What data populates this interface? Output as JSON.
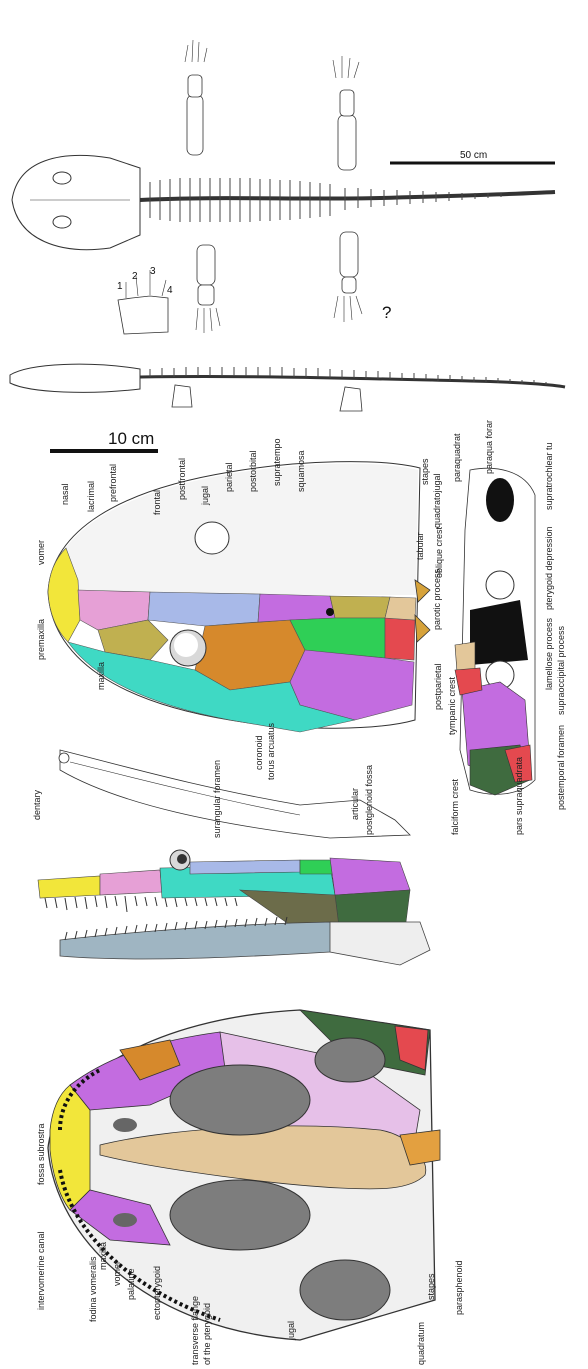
{
  "skeleton": {
    "scale_label": "50 cm",
    "digits": [
      "1",
      "2",
      "3",
      "4"
    ],
    "unknown_marker": "?"
  },
  "skull_dorsal": {
    "scale_label": "10 cm",
    "labels": {
      "vomer": "vomer",
      "nasal": "nasal",
      "lacrimal": "lacrimal",
      "prefrontal": "prefrontal",
      "frontal": "frontal",
      "postfrontal": "postfrontal",
      "jugal": "jugal",
      "parietal": "parietal",
      "postorbital": "postorbital",
      "supratemporal": "supratempo",
      "squamosal": "squamosa",
      "stapes": "stapes",
      "quadratojugal": "quadratojugal",
      "paraquadrate": "paraquadrat",
      "paraquadrate_foramen": "paraqua foramen",
      "supratrochlear": "supratrochlear tu",
      "oblique_crest": "oblique crest",
      "pterygoid_depression": "pterygoid depression",
      "tabular": "tabular",
      "parotic_process": "parotic process",
      "lamellose_process": "lamellose process",
      "supraoccipital_process": "supraoccipital process",
      "postparietal": "postparietal",
      "tympanic_crest": "tympanic crest",
      "postemporal_foramen": "postemporal foramen",
      "falciform_crest": "falciform crest",
      "pars_supraquadrata": "pars supraquadrata",
      "premaxilla": "premaxilla",
      "maxilla": "maxilla"
    }
  },
  "mandible": {
    "labels": {
      "dentary": "dentary",
      "coronoid": "coronoid",
      "torus_arcuatus": "torus arcuatus",
      "articular": "articular",
      "postglenoid_fossa": "postglenoid fossa",
      "surangular_foramen": "surangular foramen"
    }
  },
  "palate": {
    "labels": {
      "fossa_subrostra": "fossa subrostra",
      "intervomerine_canal": "intervomerine canal",
      "fodina_vomeralis": "fodina vomeralis",
      "maxilla": "maxilla",
      "vomer": "vomer",
      "palatine": "palatine",
      "ectopterygoid": "ectopterygoid",
      "transverse_flange": "transverse flange",
      "of_the_pterygoid": "of the pterygoid",
      "jugal": "jugal",
      "stapes": "stapes",
      "parasphenoid": "parasphenoid",
      "quadratum": "quadratum"
    }
  },
  "colors": {
    "yellow": "#f2e63a",
    "pink": "#e6a0d6",
    "blue": "#a8b9e8",
    "olive": "#c0b050",
    "orange": "#d6892c",
    "green": "#2fcf56",
    "teal": "#3fd9c4",
    "violet": "#c36ce0",
    "tan": "#e3c79a",
    "dark_green": "#3f6b3f",
    "red": "#e4494f",
    "grey_fenestra": "#7d7d7d",
    "steel": "#9fb5c2"
  }
}
